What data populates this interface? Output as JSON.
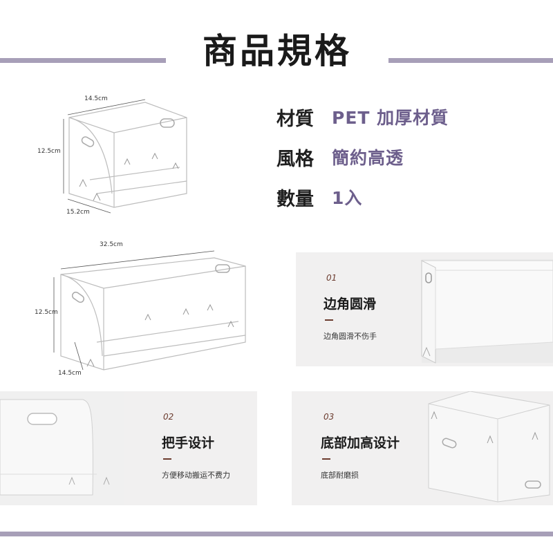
{
  "header": {
    "title": "商品規格"
  },
  "specs": [
    {
      "label": "材質",
      "value": "PET 加厚材質"
    },
    {
      "label": "風格",
      "value": "簡約高透"
    },
    {
      "label": "數量",
      "value": "1入"
    }
  ],
  "small_box": {
    "width": "14.5cm",
    "height": "12.5cm",
    "depth": "15.2cm"
  },
  "large_box": {
    "width": "32.5cm",
    "height": "12.5cm",
    "depth": "14.5cm"
  },
  "features": [
    {
      "number": "01",
      "title": "边角圆滑",
      "desc": "边角圆滑不伤手"
    },
    {
      "number": "02",
      "title": "把手设计",
      "desc": "方便移动搬运不费力"
    },
    {
      "number": "03",
      "title": "底部加高设计",
      "desc": "底部耐磨损"
    }
  ],
  "colors": {
    "accent_rule": "#a79fb8",
    "spec_value": "#6d5f8c",
    "feature_number": "#6b3b2e",
    "panel_bg": "#f1f0f0"
  }
}
